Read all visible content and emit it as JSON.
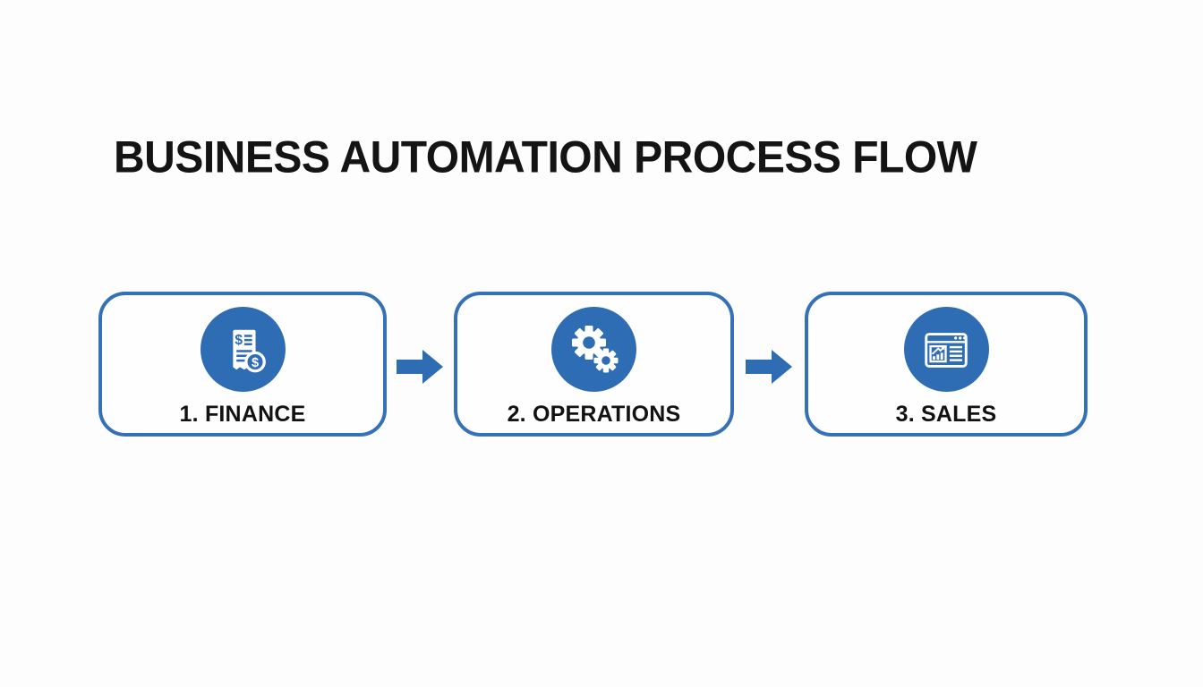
{
  "title": "BUSINESS AUTOMATION PROCESS FLOW",
  "colors": {
    "primary_blue": "#2e6cb4",
    "box_border_blue": "#3471b7",
    "arrow_blue": "#2e6cb4",
    "background": "#fdfdfd",
    "text_dark": "#141414"
  },
  "steps": [
    {
      "number": "1",
      "label": "1. FINANCE",
      "icon": "invoice-dollar-icon"
    },
    {
      "number": "2",
      "label": "2. OPERATIONS",
      "icon": "gears-icon"
    },
    {
      "number": "3",
      "label": "3. SALES",
      "icon": "analytics-browser-icon"
    }
  ],
  "connectors": [
    {
      "icon": "arrow-right-icon"
    },
    {
      "icon": "arrow-right-icon"
    }
  ]
}
